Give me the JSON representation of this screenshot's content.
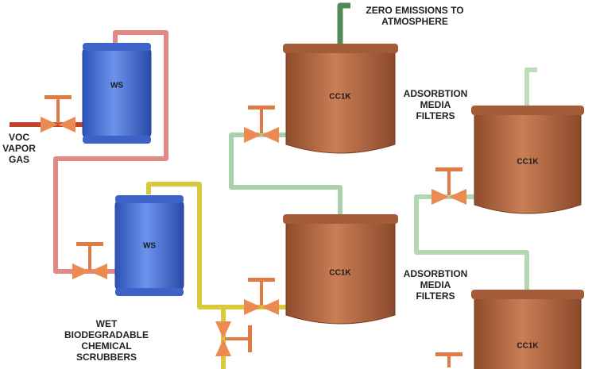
{
  "labels": {
    "voc_vapor_gas": [
      "VOC",
      "VAPOR",
      "GAS"
    ],
    "scrubbers": [
      "WET",
      "BIODEGRADABLE",
      "CHEMICAL",
      "SCRUBBERS"
    ],
    "zero_emissions": [
      "ZERO EMISSIONS TO",
      "ATMOSPHERE"
    ],
    "adsorption_upper": [
      "ADSORBTION",
      "MEDIA",
      "FILTERS"
    ],
    "adsorption_lower": [
      "ADSORBTION",
      "MEDIA",
      "FILTERS"
    ]
  },
  "vessels": {
    "ws_upper": "WS",
    "ws_lower": "WS",
    "cc1k_a": "CC1K",
    "cc1k_b": "CC1K",
    "cc1k_c": "CC1K",
    "cc1k_d": "CC1K"
  },
  "colors": {
    "scrubber_blue": "#4a74d6",
    "tank_copper": "#b86a42",
    "valve_orange": "#ec8a52",
    "pipe_red": "#de7f7a",
    "pipe_yellow": "#d7c93b",
    "pipe_green": "#a7cfa9",
    "pipe_inlet": "#c0432a",
    "stack_green": "#4f8a57"
  }
}
